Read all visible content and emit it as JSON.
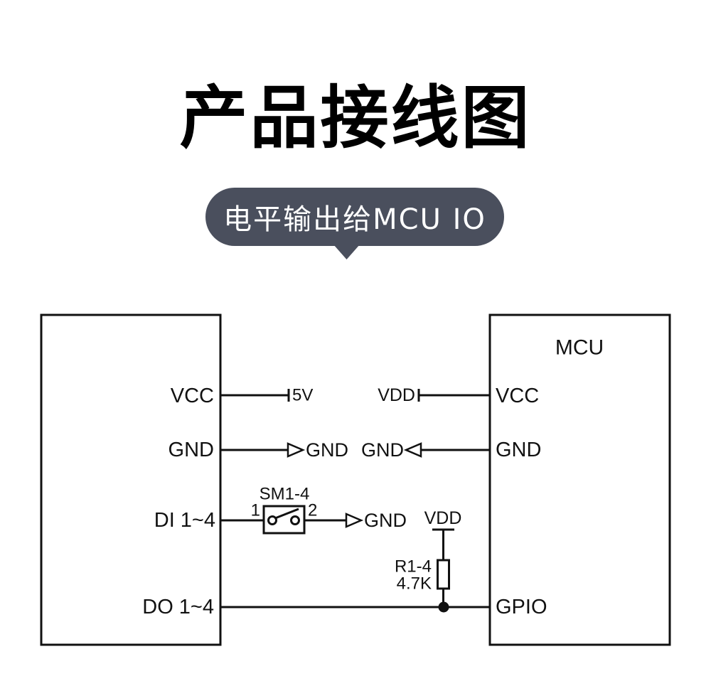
{
  "title": "产品接线图",
  "callout": {
    "text": "电平输出给MCU IO",
    "bg_color": "#4a4f5d",
    "text_color": "#ffffff"
  },
  "colors": {
    "line": "#111111",
    "background": "#ffffff"
  },
  "left_module": {
    "pin_vcc": "VCC",
    "pin_gnd": "GND",
    "pin_di": "DI 1~4",
    "pin_do": "DO 1~4"
  },
  "mcu": {
    "title": "MCU",
    "pin_vcc": "VCC",
    "pin_gnd": "GND",
    "pin_gpio": "GPIO"
  },
  "nets": {
    "supply_5v": "5V",
    "vdd_to_mcu": "VDD",
    "gnd_out": "GND",
    "gnd_in": "GND",
    "switch_gnd": "GND",
    "pullup_vdd": "VDD"
  },
  "switch": {
    "name": "SM1-4",
    "terminal_1": "1",
    "terminal_2": "2"
  },
  "resistor": {
    "name": "R1-4",
    "value": "4.7K"
  }
}
